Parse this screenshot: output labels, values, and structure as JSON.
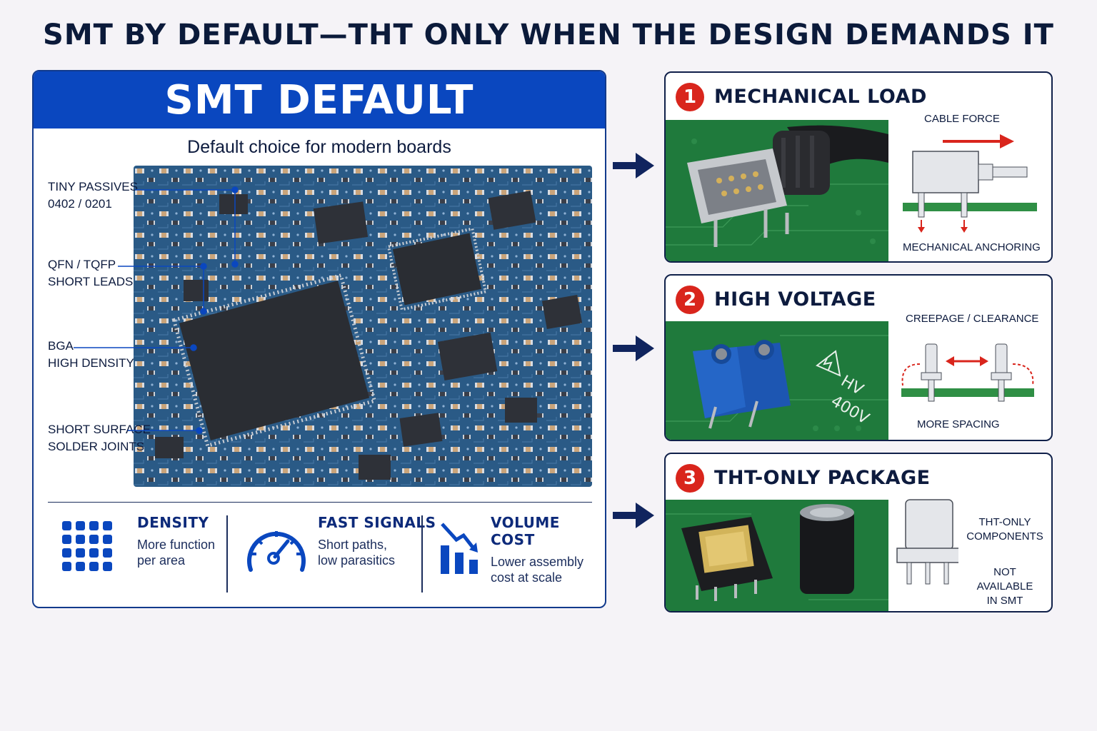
{
  "title": "SMT BY DEFAULT—THT ONLY WHEN THE DESIGN DEMANDS IT",
  "colors": {
    "brand_blue": "#0a47bf",
    "navy": "#0d1b3e",
    "alert_red": "#d9251c",
    "pcb_green": "#1f7a3c",
    "pcb_blue": "#2a5a86"
  },
  "smt": {
    "header": "SMT DEFAULT",
    "subtitle": "Default choice for modern boards",
    "callouts": [
      {
        "line1": "TINY PASSIVES",
        "line2": "0402 / 0201"
      },
      {
        "line1": "QFN / TQFP",
        "line2": "SHORT LEADS"
      },
      {
        "line1": "BGA",
        "line2": "HIGH DENSITY"
      },
      {
        "line1": "SHORT SURFACE",
        "line2": "SOLDER JOINTS"
      }
    ],
    "stats": [
      {
        "icon": "grid-dots-icon",
        "title": "DENSITY",
        "line1": "More function",
        "line2": "per area"
      },
      {
        "icon": "speedometer-icon",
        "title": "FAST SIGNALS",
        "line1": "Short paths,",
        "line2": "low parasitics"
      },
      {
        "icon": "bar-chart-down-icon",
        "title": "VOLUME COST",
        "line1": "Lower assembly",
        "line2": "cost at scale"
      }
    ]
  },
  "cards": [
    {
      "number": "1",
      "title": "MECHANICAL LOAD",
      "label_top": "CABLE FORCE",
      "label_bottom": "MECHANICAL ANCHORING",
      "icon": "cable-connector-icon"
    },
    {
      "number": "2",
      "title": "HIGH VOLTAGE",
      "label_top": "CREEPAGE / CLEARANCE",
      "label_bottom": "MORE SPACING",
      "hv_mark": "HV",
      "hv_value": "400V",
      "icon": "terminal-block-icon"
    },
    {
      "number": "3",
      "title": "THT-ONLY PACKAGE",
      "label_a1": "THT-ONLY",
      "label_a2": "COMPONENTS",
      "label_b1": "NOT AVAILABLE",
      "label_b2": "IN SMT",
      "icon": "transformer-capacitor-icon"
    }
  ]
}
